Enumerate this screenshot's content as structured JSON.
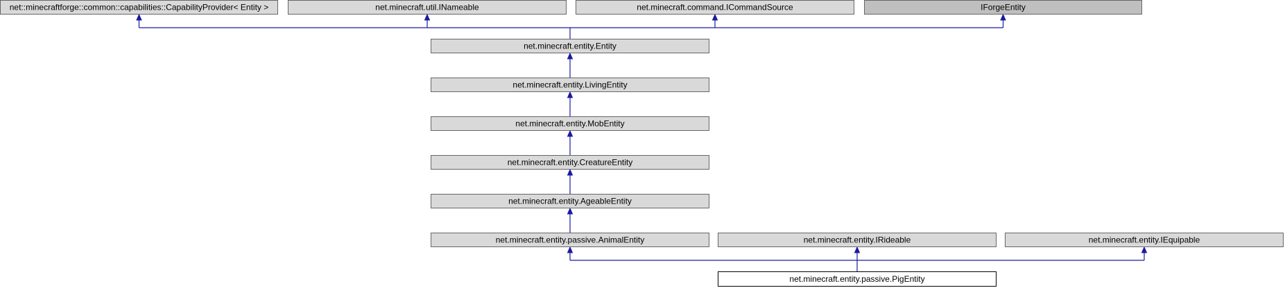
{
  "diagram": {
    "colors": {
      "node_fill": "#d9d9d9",
      "node_fill_dark": "#bfbfbf",
      "node_fill_current": "#ffffff",
      "node_border": "#666666",
      "node_border_current": "#000000",
      "edge": "#1a1aa0"
    },
    "nodes": [
      {
        "id": "capabilityprovider",
        "label": "net::minecraftforge::common::capabilities::CapabilityProvider< Entity >",
        "style": "normal"
      },
      {
        "id": "inameable",
        "label": "net.minecraft.util.INameable",
        "style": "normal"
      },
      {
        "id": "icommandsource",
        "label": "net.minecraft.command.ICommandSource",
        "style": "normal"
      },
      {
        "id": "iforgeentity",
        "label": "IForgeEntity",
        "style": "dark"
      },
      {
        "id": "entity",
        "label": "net.minecraft.entity.Entity",
        "style": "normal"
      },
      {
        "id": "livingentity",
        "label": "net.minecraft.entity.LivingEntity",
        "style": "normal"
      },
      {
        "id": "mobentity",
        "label": "net.minecraft.entity.MobEntity",
        "style": "normal"
      },
      {
        "id": "creatureentity",
        "label": "net.minecraft.entity.CreatureEntity",
        "style": "normal"
      },
      {
        "id": "ageableentity",
        "label": "net.minecraft.entity.AgeableEntity",
        "style": "normal"
      },
      {
        "id": "animalentity",
        "label": "net.minecraft.entity.passive.AnimalEntity",
        "style": "normal"
      },
      {
        "id": "irideable",
        "label": "net.minecraft.entity.IRideable",
        "style": "normal"
      },
      {
        "id": "iequipable",
        "label": "net.minecraft.entity.IEquipable",
        "style": "normal"
      },
      {
        "id": "pigentity",
        "label": "net.minecraft.entity.passive.PigEntity",
        "style": "current"
      }
    ],
    "edges": [
      {
        "from": "entity",
        "to": [
          "capabilityprovider",
          "inameable",
          "icommandsource",
          "iforgeentity"
        ]
      },
      {
        "from": "livingentity",
        "to": [
          "entity"
        ]
      },
      {
        "from": "mobentity",
        "to": [
          "livingentity"
        ]
      },
      {
        "from": "creatureentity",
        "to": [
          "mobentity"
        ]
      },
      {
        "from": "ageableentity",
        "to": [
          "creatureentity"
        ]
      },
      {
        "from": "animalentity",
        "to": [
          "ageableentity"
        ]
      },
      {
        "from": "pigentity",
        "to": [
          "animalentity",
          "irideable",
          "iequipable"
        ]
      }
    ]
  }
}
